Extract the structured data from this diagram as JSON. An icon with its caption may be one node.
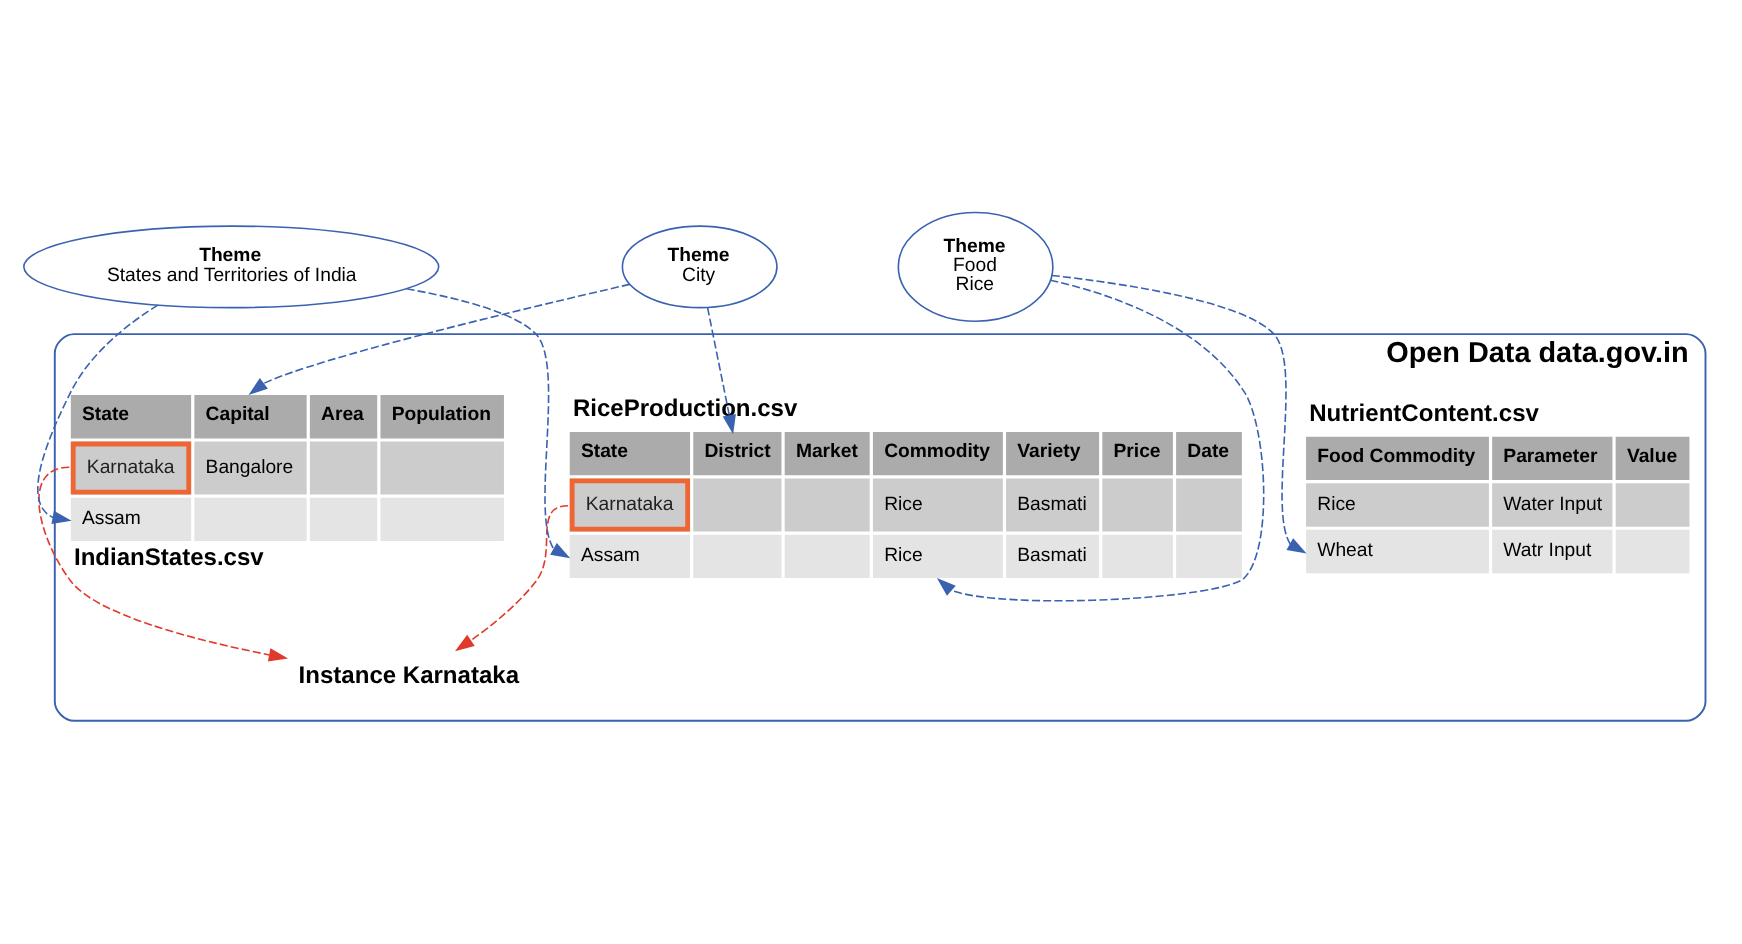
{
  "diagram": {
    "nodes": [
      {
        "text": [
          "Open Data data.gov.in"
        ]
      },
      {
        "text": [
          "RiceProduction.csv",
          "State",
          "District",
          "Market",
          "Commodity",
          "Variety",
          "Price",
          "Date",
          "Karnataka",
          "Rice",
          "Basmati",
          "Assam",
          "Rice",
          "Basmati"
        ],
        "in": 0
      },
      {
        "text": [
          "Instance Karnataka"
        ],
        "in": 0
      },
      {
        "text": [
          "NutrientContent.csv",
          "Food Commodity",
          "Parameter",
          "Value",
          "Rice",
          "Water Input",
          "Wheat",
          "Watr Input"
        ],
        "in": 0
      },
      {
        "text": [
          "State",
          "Capital",
          "Area",
          "Population",
          "Karnataka",
          "Bangalore",
          "Assam",
          "IndianStates.csv"
        ],
        "in": 0
      },
      {
        "text": [
          "Theme",
          "City"
        ]
      },
      {
        "text": [
          "Theme",
          "States and Territories of India"
        ]
      },
      {
        "text": [
          "Theme",
          "Food",
          "Rice"
        ]
      }
    ],
    "edges": [
      {
        "from": 5,
        "to": 1,
        "arrow": "to",
        "style": "dashed"
      },
      {
        "from": 5,
        "to": 4,
        "arrow": "to",
        "style": "dashed"
      },
      {
        "from": 6,
        "to": 1,
        "arrow": "to",
        "style": "dashed"
      },
      {
        "from": 6,
        "to": 4,
        "arrow": "to",
        "style": "dashed"
      },
      {
        "from": 7,
        "to": 1,
        "arrow": "to",
        "style": "dashed"
      },
      {
        "from": 7,
        "to": 3,
        "arrow": "to",
        "style": "dashed"
      },
      {
        "from": 1,
        "to": 2,
        "arrow": "to",
        "style": "dashed",
        "color": "#e03a2a"
      },
      {
        "from": 4,
        "to": 2,
        "arrow": "to",
        "style": "dashed",
        "color": "#e03a2a"
      }
    ]
  }
}
